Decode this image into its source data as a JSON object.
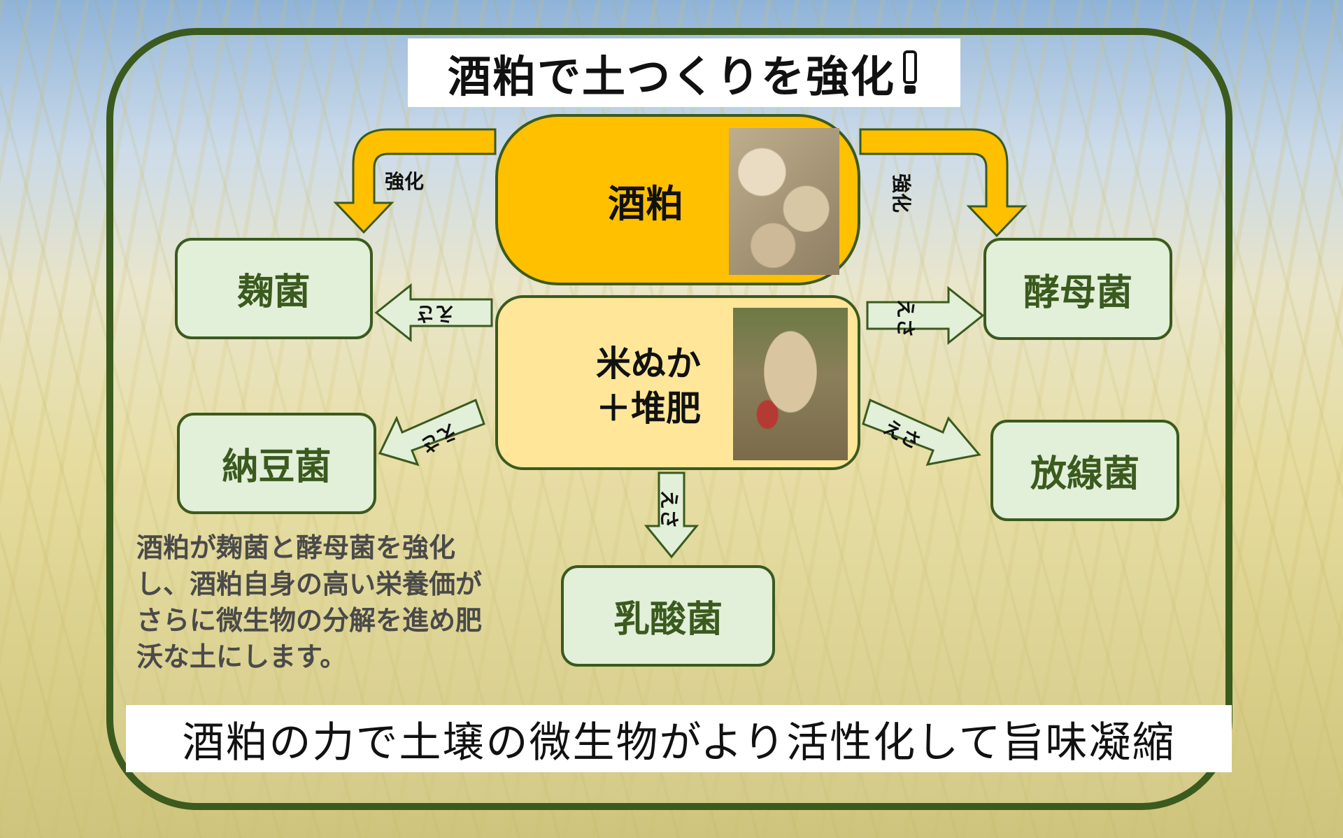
{
  "title": "酒粕で土つくりを強化",
  "center": {
    "sake_kasu": "酒粕",
    "nuka_line1": "米ぬか",
    "nuka_line2": "＋堆肥"
  },
  "arrow_labels": {
    "strengthen_left": "強化",
    "strengthen_right": "強化",
    "feed_koji": "えさ",
    "feed_yeast": "えさ",
    "feed_natto": "えさ",
    "feed_actino": "えさ",
    "feed_lactic": "えさ"
  },
  "microbes": {
    "koji": "麹菌",
    "yeast": "酵母菌",
    "natto": "納豆菌",
    "actinomycete": "放線菌",
    "lactic": "乳酸菌"
  },
  "description": "酒粕が麹菌と酵母菌を強化し、酒粕自身の高い栄養価がさらに微生物の分解を進め肥沃な土にします。",
  "bottom_caption": "酒粕の力で土壌の微生物がより活性化して旨味凝縮",
  "colors": {
    "frame": "#3b5a1e",
    "sake_box": "#ffc000",
    "nuka_box": "#ffe699",
    "microbe_box": "#e2efd9",
    "arrow_feed": "#e2efd9"
  }
}
